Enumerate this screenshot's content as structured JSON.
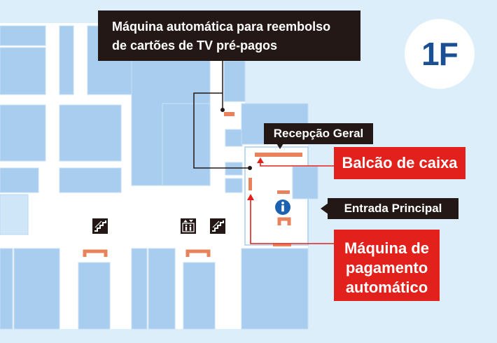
{
  "floor": {
    "label": "1F"
  },
  "callouts": {
    "refund_machine": {
      "lines": [
        "Máquina automática para reembolso",
        "de cartões de TV pré-pagos"
      ]
    },
    "reception": {
      "label": "Recepção Geral"
    },
    "cashier": {
      "label": "Balcão de caixa"
    },
    "main_entrance": {
      "label": "Entrada Principal"
    },
    "payment_machine": {
      "lines": [
        "Máquina de",
        "pagamento",
        "automático"
      ]
    }
  },
  "icons": {
    "info": "info-icon",
    "stairs": "stairs-icon",
    "elevator": "elevator-icon"
  },
  "colors": {
    "outside": "#dbeefa",
    "corridor": "#ffffff",
    "room": "#a8cdee",
    "marker": "#e8825c",
    "accent": "#e2211c",
    "ink": "#231815",
    "navy": "#1b4f93",
    "info": "#1d62b0"
  }
}
